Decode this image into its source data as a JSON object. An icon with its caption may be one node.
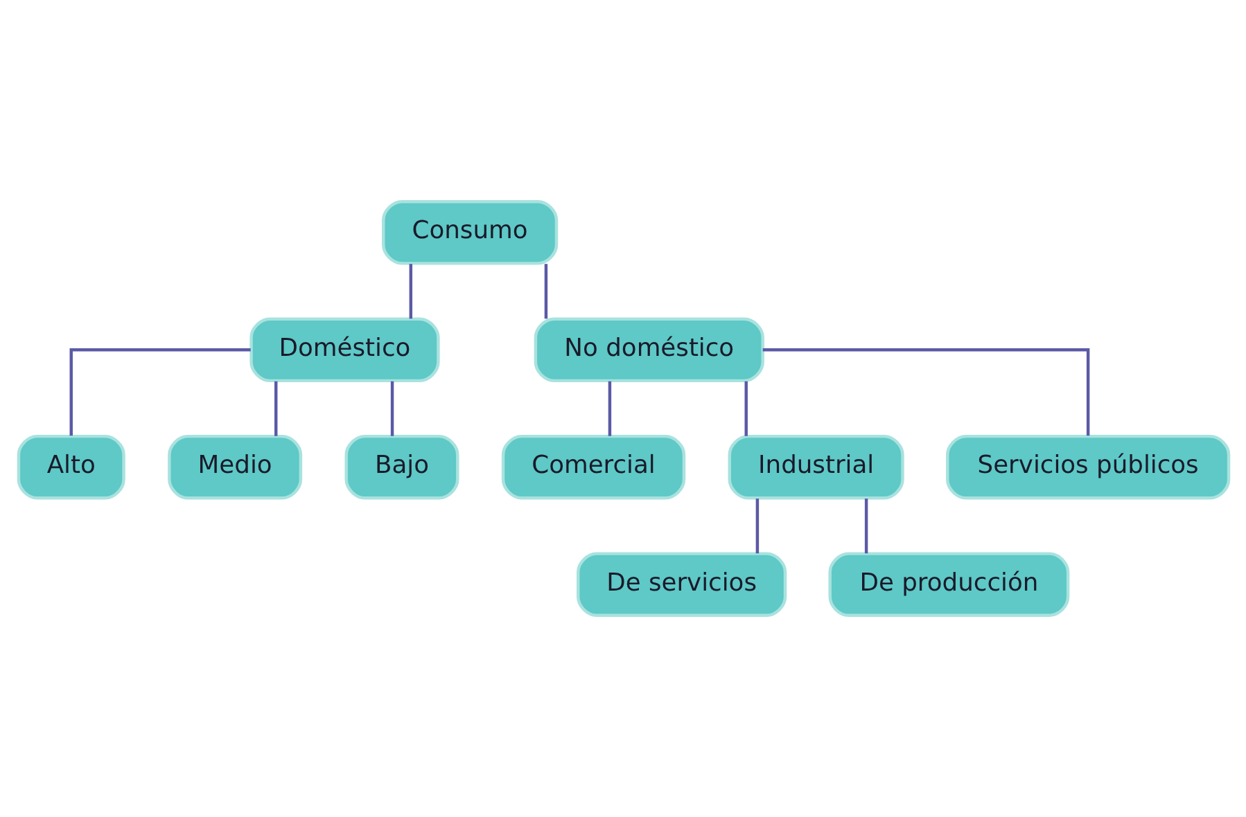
{
  "diagram": {
    "nodes": [
      {
        "text": [
          "Consumo"
        ]
      },
      {
        "text": [
          "Doméstico"
        ]
      },
      {
        "text": [
          "No doméstico"
        ]
      },
      {
        "text": [
          "Alto"
        ]
      },
      {
        "text": [
          "Medio"
        ]
      },
      {
        "text": [
          "Bajo"
        ]
      },
      {
        "text": [
          "Comercial"
        ]
      },
      {
        "text": [
          "Industrial"
        ]
      },
      {
        "text": [
          "Servicios públicos"
        ]
      },
      {
        "text": [
          "De servicios"
        ]
      },
      {
        "text": [
          "De producción"
        ]
      }
    ],
    "edges": [
      {
        "from": 0,
        "to": 1,
        "arrow": "none"
      },
      {
        "from": 0,
        "to": 2,
        "arrow": "none"
      },
      {
        "from": 1,
        "to": 3,
        "arrow": "none"
      },
      {
        "from": 1,
        "to": 4,
        "arrow": "none"
      },
      {
        "from": 1,
        "to": 5,
        "arrow": "none"
      },
      {
        "from": 2,
        "to": 6,
        "arrow": "none"
      },
      {
        "from": 2,
        "to": 7,
        "arrow": "none"
      },
      {
        "from": 2,
        "to": 8,
        "arrow": "none"
      },
      {
        "from": 7,
        "to": 9,
        "arrow": "none"
      },
      {
        "from": 7,
        "to": 10,
        "arrow": "none"
      }
    ]
  }
}
